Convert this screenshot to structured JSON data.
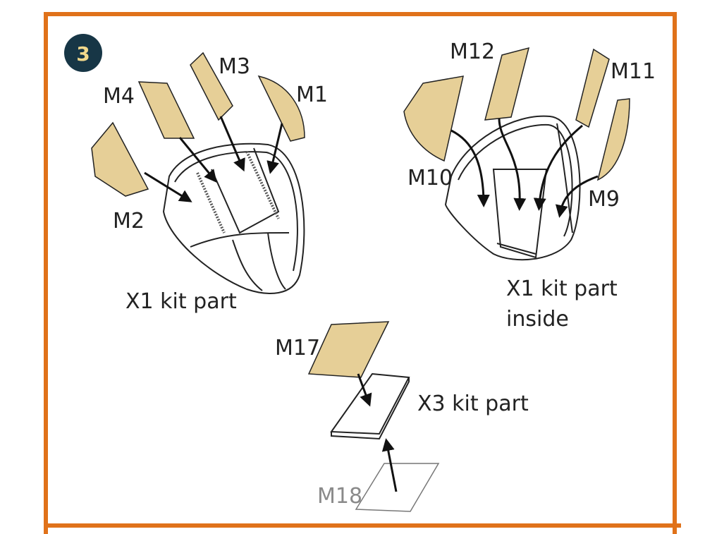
{
  "step": {
    "number": "3"
  },
  "colors": {
    "border": "#e0721a",
    "decal": "#e6cf97",
    "badge": "#173646",
    "badge_text": "#f2d98c"
  },
  "groups": [
    {
      "part_label": "X1 kit part",
      "decals": [
        "M1",
        "M2",
        "M3",
        "M4"
      ]
    },
    {
      "part_label_line1": "X1 kit part",
      "part_label_line2": "inside",
      "decals": [
        "M9",
        "M10",
        "M11",
        "M12"
      ]
    },
    {
      "part_label": "X3 kit part",
      "decals": [
        "M17",
        "M18"
      ]
    }
  ]
}
